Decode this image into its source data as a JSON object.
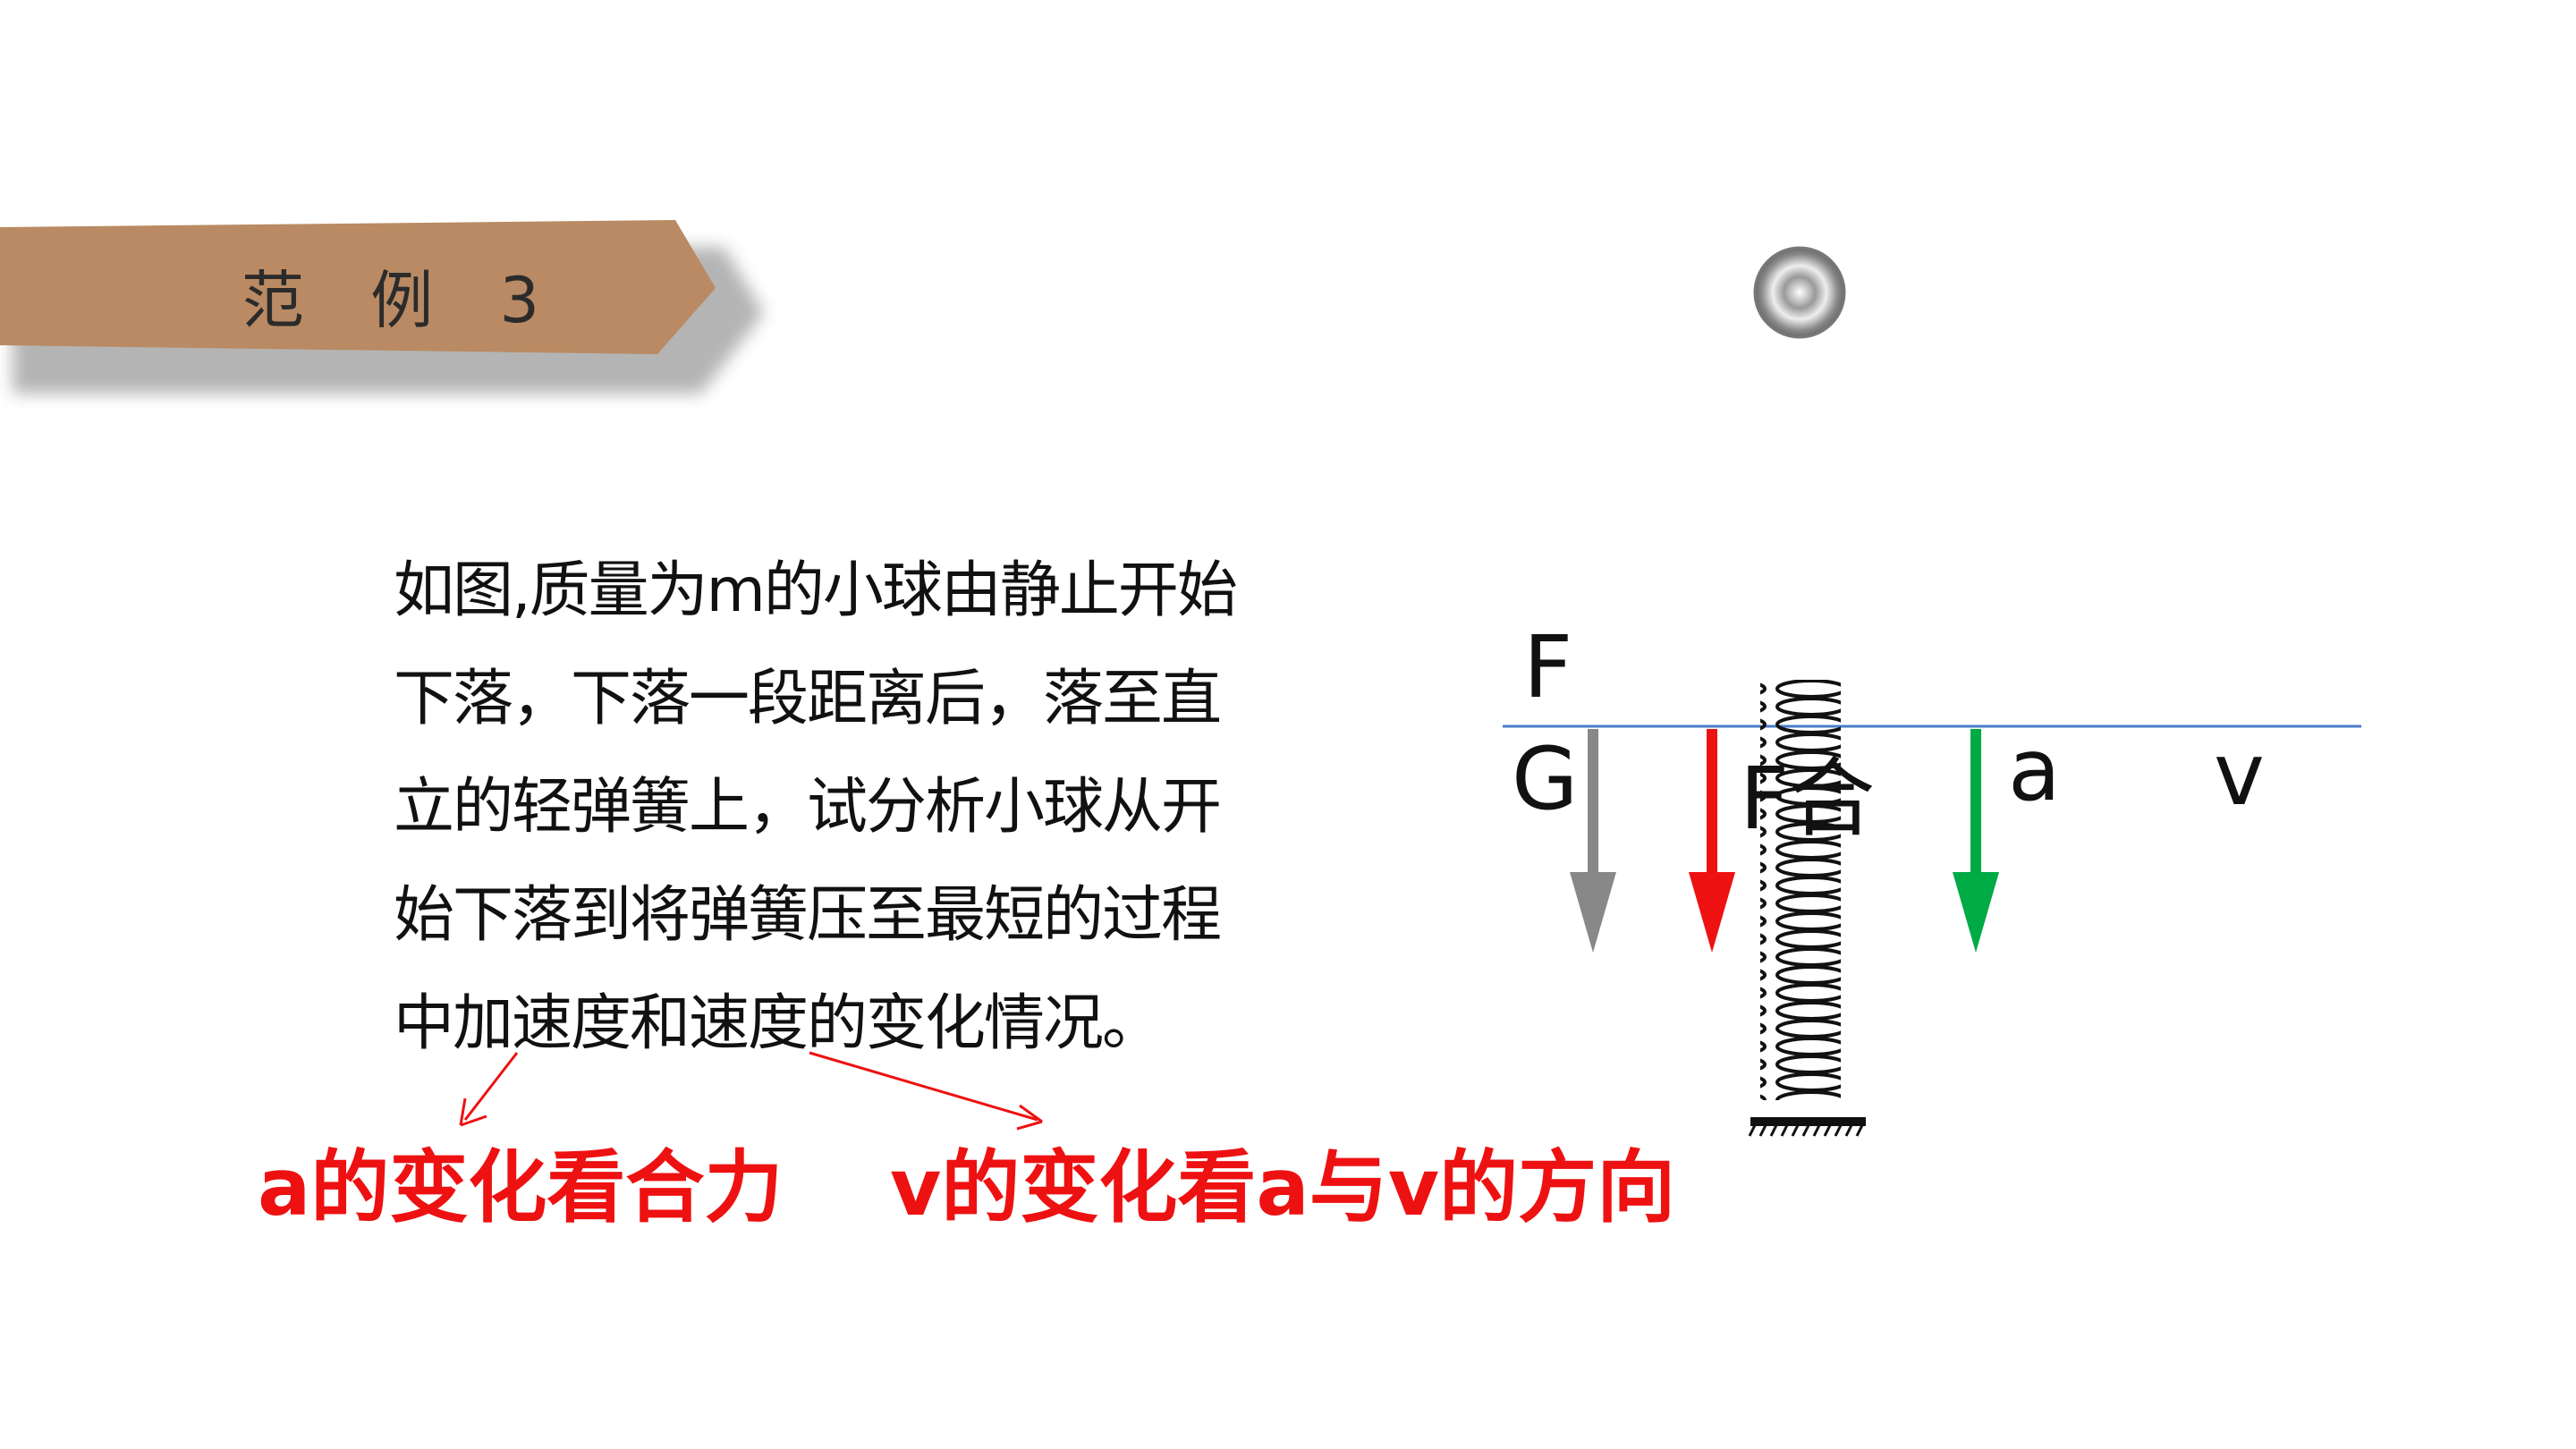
{
  "banner": {
    "label": "范 例 3",
    "color": "#b98a63"
  },
  "problem": {
    "lines": [
      "如图,质量为m的小球由静止开始",
      "下落，下落一段距离后，落至直",
      "立的轻弹簧上，试分析小球从开",
      "始下落到将弹簧压至最短的过程",
      "中加速度和速度的变化情况。"
    ]
  },
  "notes": {
    "a_note": "a的变化看合力",
    "v_note": "v的变化看a与v的方向"
  },
  "figure": {
    "labels": {
      "F": "F",
      "G": "G",
      "F_net": "F合",
      "a": "a",
      "v": "v"
    },
    "colors": {
      "G": "#888888",
      "F_net": "#ee1111",
      "a": "#00aa44",
      "ref_line": "#4a7cc9",
      "annotation": "#ee1111"
    }
  }
}
